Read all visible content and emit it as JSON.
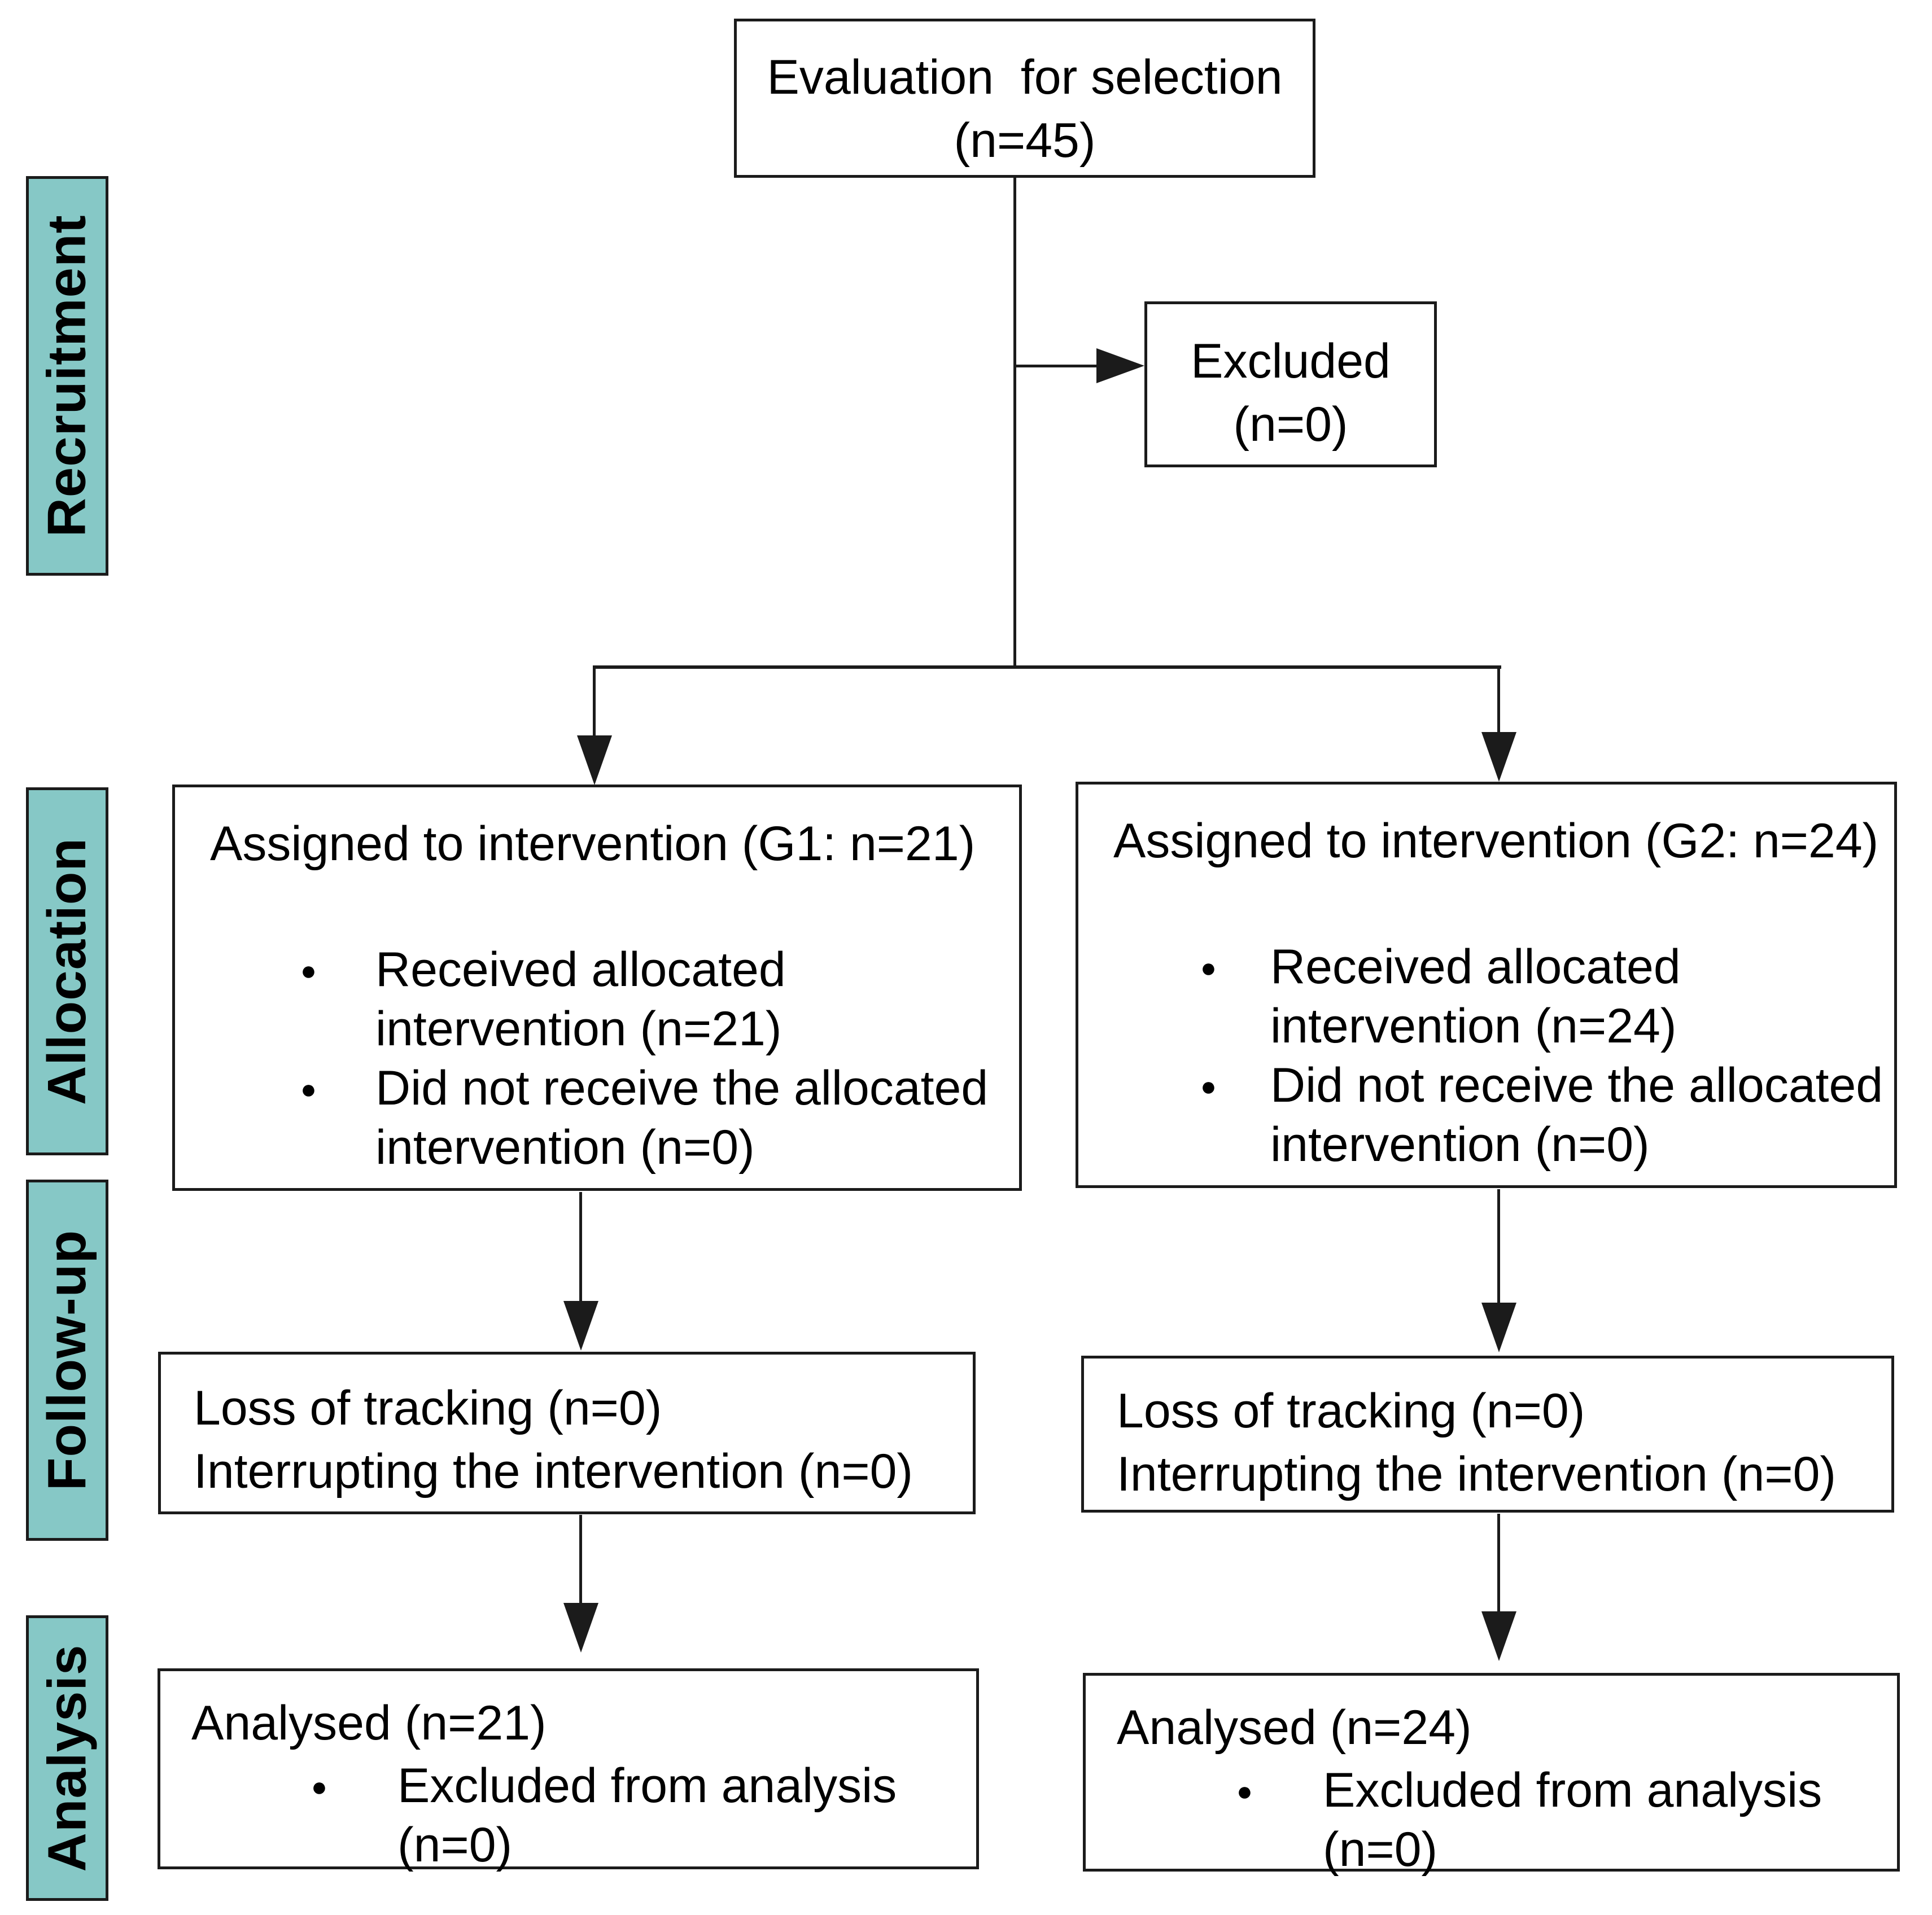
{
  "stages": {
    "recruitment": "Recruitment",
    "allocation": "Allocation",
    "followup": "Follow-up",
    "analysis": "Analysis"
  },
  "boxes": {
    "evaluation": {
      "line1": "Evaluation  for selection",
      "line2": "(n=45)"
    },
    "excluded": {
      "line1": "Excluded",
      "line2": "(n=0)"
    },
    "alloc_g1": {
      "header": "Assigned to intervention (G1: n=21)",
      "bullets": [
        "Received allocated intervention (n=21)",
        "Did not receive the allocated intervention (n=0)"
      ]
    },
    "alloc_g2": {
      "header": "Assigned to intervention (G2: n=24)",
      "bullets": [
        "Received allocated intervention (n=24)",
        "Did not receive the allocated intervention (n=0)"
      ]
    },
    "followup_g1": {
      "line1": "Loss of tracking (n=0)",
      "line2": "Interrupting the intervention (n=0)"
    },
    "followup_g2": {
      "line1": "Loss of tracking (n=0)",
      "line2": "Interrupting the intervention (n=0)"
    },
    "analysis_g1": {
      "header": "Analysed (n=21)",
      "bullets": [
        "Excluded from analysis (n=0)"
      ]
    },
    "analysis_g2": {
      "header": "Analysed (n=24)",
      "bullets": [
        "Excluded from analysis (n=0)"
      ]
    }
  },
  "colors": {
    "stage_fill": "#86C8C6",
    "box_border": "#1B1B1B",
    "line": "#1B1B1B",
    "background": "#FFFFFF",
    "text": "#000000"
  }
}
